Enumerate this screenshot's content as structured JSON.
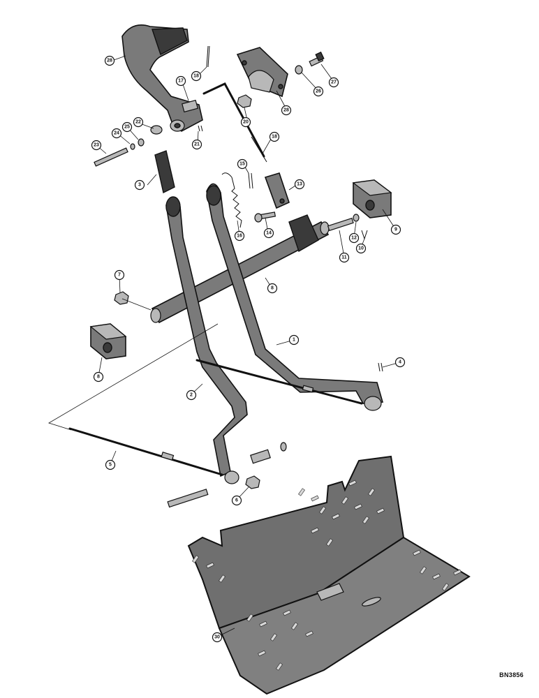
{
  "reference_code": "BN3856",
  "callouts": [
    {
      "id": "1",
      "label": "1"
    },
    {
      "id": "2",
      "label": "2"
    },
    {
      "id": "3",
      "label": "3"
    },
    {
      "id": "4",
      "label": "4"
    },
    {
      "id": "5",
      "label": "5"
    },
    {
      "id": "6",
      "label": "6"
    },
    {
      "id": "7",
      "label": "7"
    },
    {
      "id": "8a",
      "label": "8"
    },
    {
      "id": "8b",
      "label": "8"
    },
    {
      "id": "9",
      "label": "9"
    },
    {
      "id": "10",
      "label": "10"
    },
    {
      "id": "11",
      "label": "11"
    },
    {
      "id": "12",
      "label": "12"
    },
    {
      "id": "13",
      "label": "13"
    },
    {
      "id": "14",
      "label": "14"
    },
    {
      "id": "15",
      "label": "15"
    },
    {
      "id": "16",
      "label": "16"
    },
    {
      "id": "17",
      "label": "17"
    },
    {
      "id": "18a",
      "label": "18"
    },
    {
      "id": "18b",
      "label": "18"
    },
    {
      "id": "20",
      "label": "20"
    },
    {
      "id": "21",
      "label": "21"
    },
    {
      "id": "22",
      "label": "22"
    },
    {
      "id": "23",
      "label": "23"
    },
    {
      "id": "24",
      "label": "24"
    },
    {
      "id": "25",
      "label": "25"
    },
    {
      "id": "26",
      "label": "26"
    },
    {
      "id": "27",
      "label": "27"
    },
    {
      "id": "28a",
      "label": "28"
    },
    {
      "id": "28b",
      "label": "28"
    },
    {
      "id": "30",
      "label": "30"
    }
  ]
}
